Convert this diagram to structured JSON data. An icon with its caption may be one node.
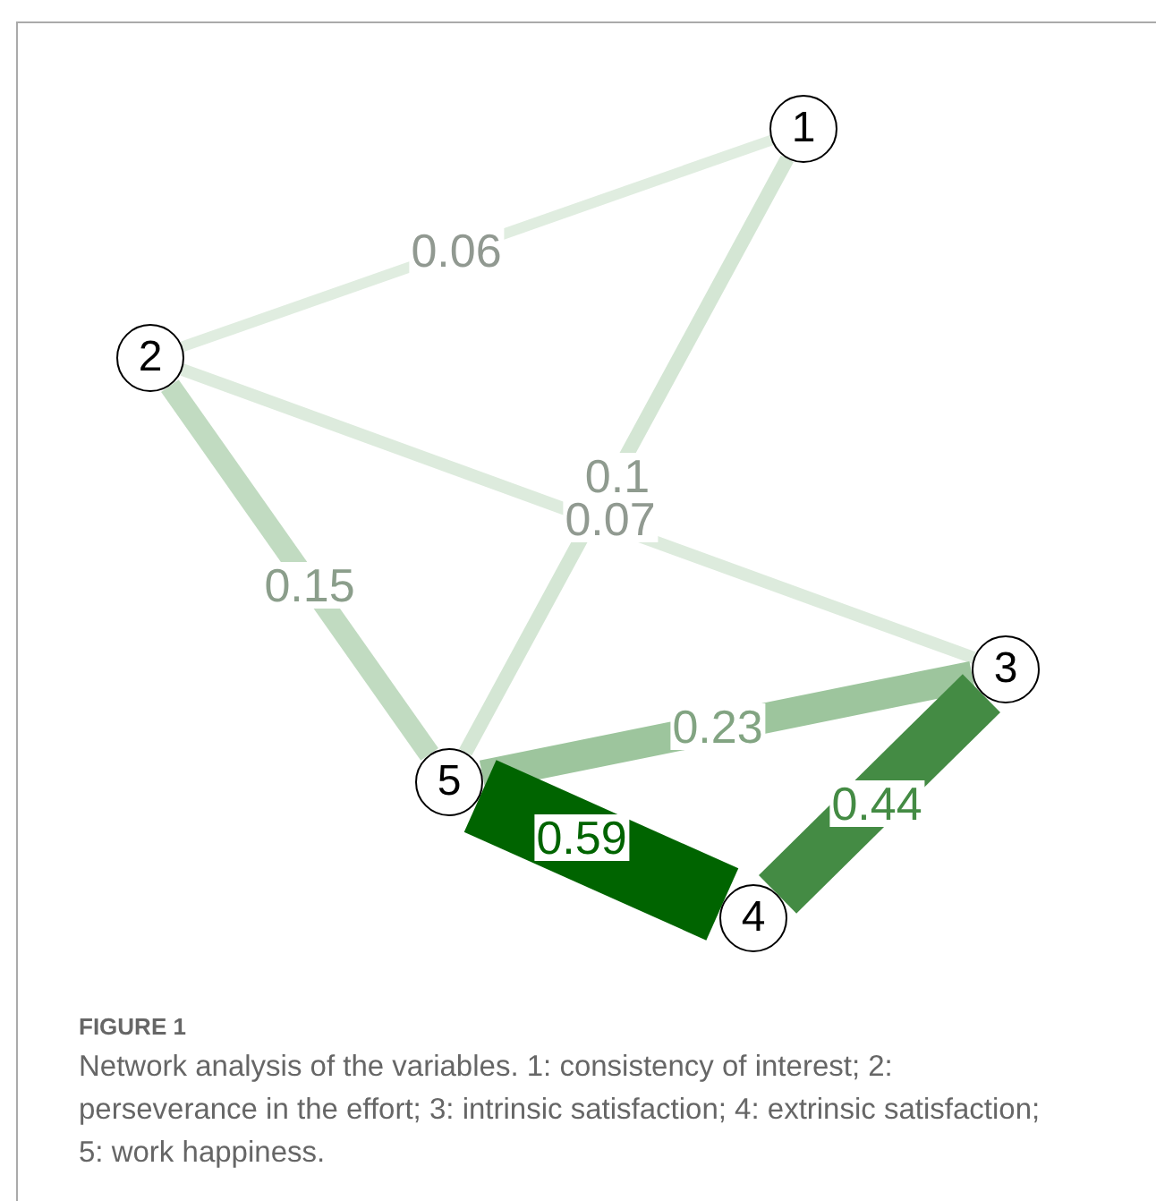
{
  "diagram": {
    "title": "FIGURE 1",
    "caption": "Network analysis of the variables. 1: consistency of interest; 2: perseverance in the effort; 3: intrinsic satisfaction; 4: extrinsic satisfaction; 5: work happiness.",
    "nodes": [
      {
        "text": [
          "1"
        ]
      },
      {
        "text": [
          "2"
        ]
      },
      {
        "text": [
          "3"
        ]
      },
      {
        "text": [
          "4"
        ]
      },
      {
        "text": [
          "5"
        ]
      }
    ],
    "edges": [
      {
        "from": 1,
        "to": 0,
        "arrow": "none",
        "label": "0.06",
        "color": "#e0ede0"
      },
      {
        "from": 0,
        "to": 4,
        "arrow": "none",
        "label": "0.1",
        "color": "#d4e6d4"
      },
      {
        "from": 1,
        "to": 2,
        "arrow": "none",
        "label": "0.07",
        "color": "#ddebdd"
      },
      {
        "from": 1,
        "to": 4,
        "arrow": "none",
        "label": "0.15",
        "color": "#c1dbc1"
      },
      {
        "from": 4,
        "to": 2,
        "arrow": "none",
        "label": "0.23",
        "color": "#9dc59d"
      },
      {
        "from": 2,
        "to": 3,
        "arrow": "none",
        "label": "0.44",
        "color": "#448b44",
        "style": "thick"
      },
      {
        "from": 4,
        "to": 3,
        "arrow": "none",
        "label": "0.59",
        "color": "#006400",
        "style": "thick"
      }
    ]
  }
}
